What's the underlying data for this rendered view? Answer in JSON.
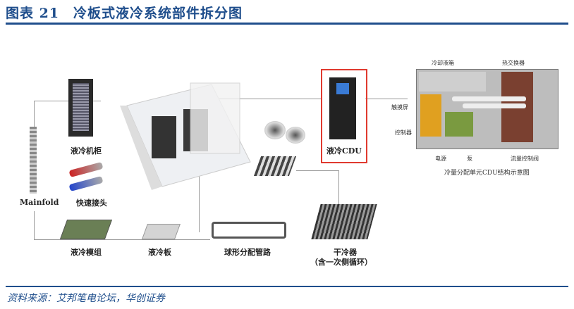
{
  "title": "图表 21　冷板式液冷系统部件拆分图",
  "labels": {
    "cabinet": "液冷机柜",
    "quick_connector": "快速接头",
    "manifold": "Mainfold",
    "module": "液冷模组",
    "cold_plate": "液冷板",
    "piping": "球形分配管路",
    "dry_cooler": "干冷器",
    "dry_cooler_note": "（含一次侧循环）",
    "cdu": "液冷CDU"
  },
  "cdu_diagram": {
    "caption": "冷量分配单元CDU结构示意图",
    "parts": {
      "tank": "冷却液箱",
      "hx": "热交换器",
      "touch": "触摸屏",
      "controller": "控制器",
      "power": "电源",
      "pump": "泵",
      "valve": "流量控制阀"
    }
  },
  "colors": {
    "accent": "#1f4e8c",
    "highlight": "#e03a2f"
  },
  "source": "资料来源：艾邦笔电论坛，华创证券"
}
